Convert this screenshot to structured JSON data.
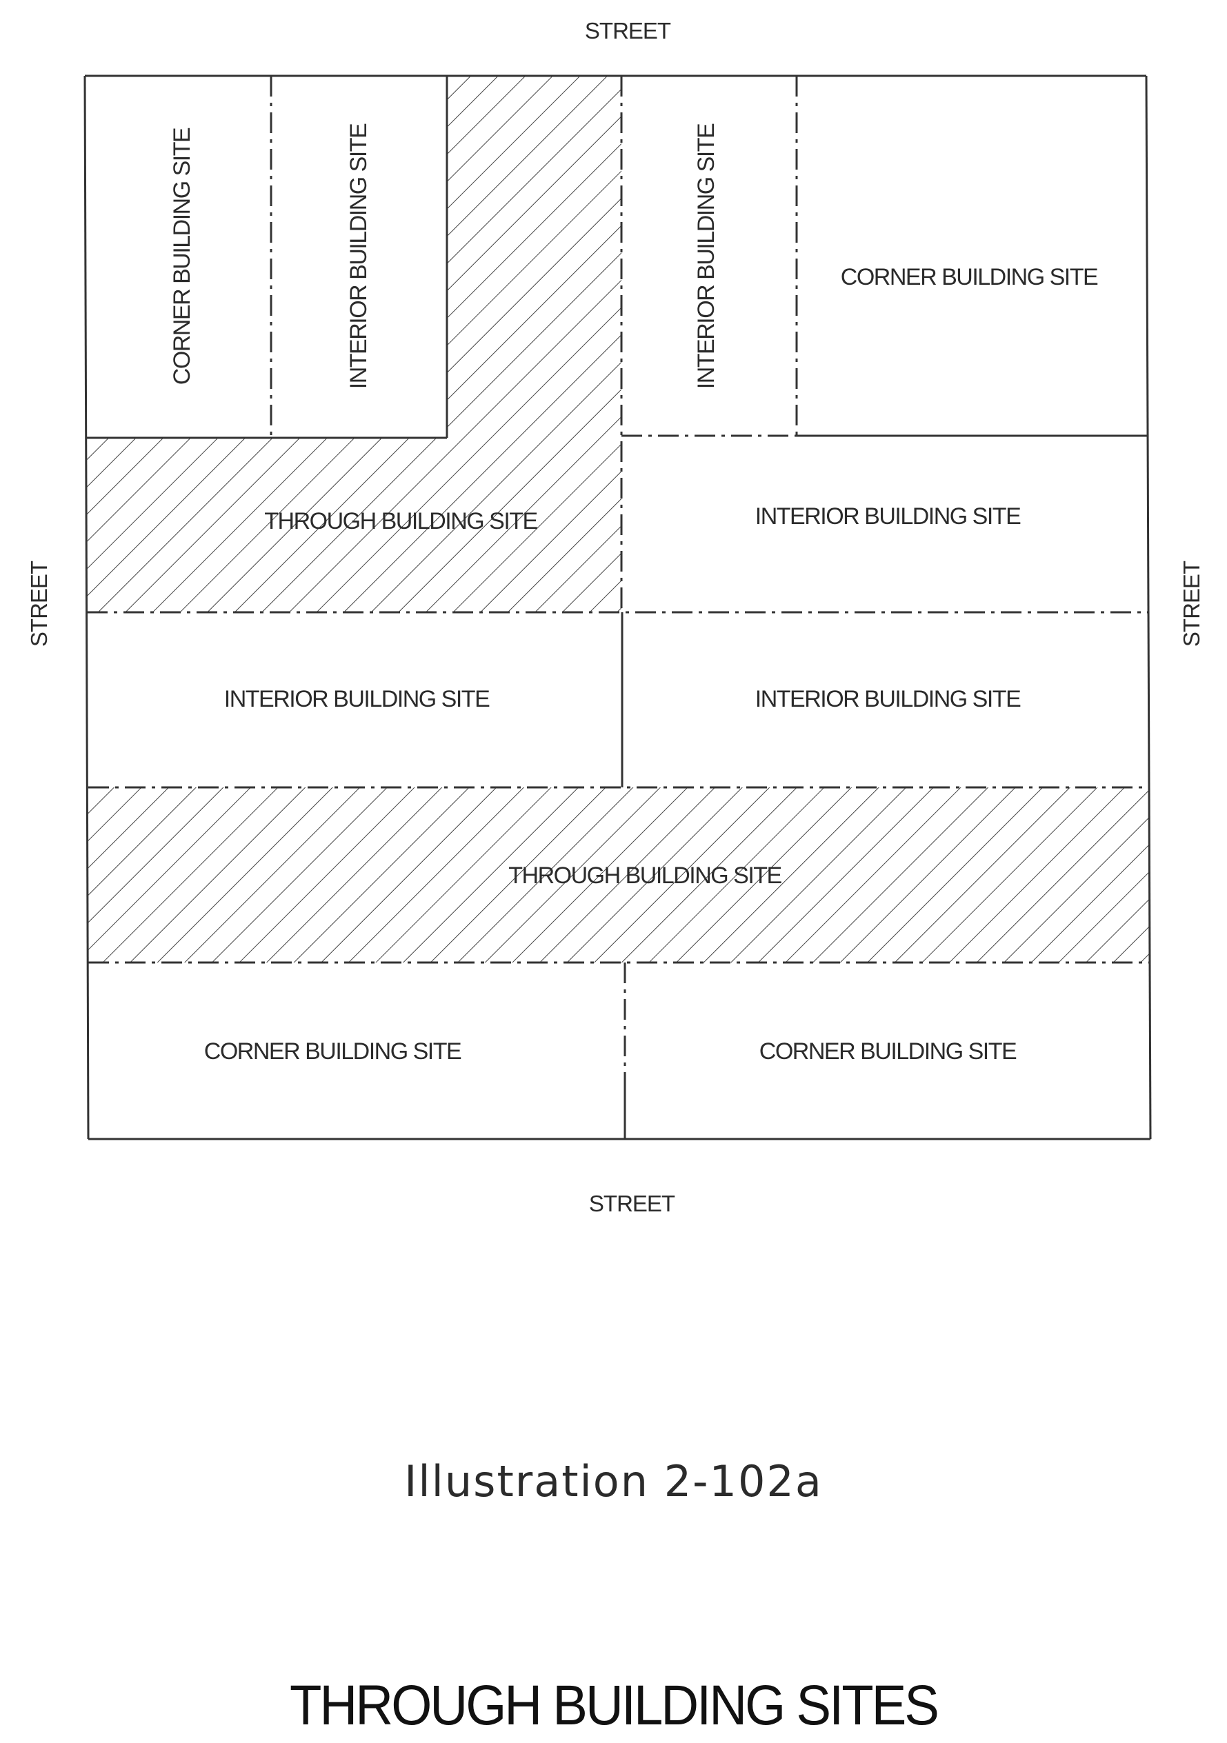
{
  "streets": {
    "top": "STREET",
    "bottom": "STREET",
    "left": "STREET",
    "right": "STREET"
  },
  "sites": {
    "corner_top_left": "CORNER BUILDING SITE",
    "interior_top_left": "INTERIOR BUILDING SITE",
    "interior_top_right": "INTERIOR BUILDING SITE",
    "corner_top_right": "CORNER BUILDING SITE",
    "through_upper": "THROUGH BUILDING SITE",
    "interior_row2_right": "INTERIOR BUILDING SITE",
    "interior_row3_left": "INTERIOR BUILDING SITE",
    "interior_row3_right": "INTERIOR BUILDING SITE",
    "through_lower": "THROUGH BUILDING SITE",
    "corner_bottom_left": "CORNER BUILDING SITE",
    "corner_bottom_right": "CORNER BUILDING SITE"
  },
  "caption": {
    "illustration_number": "Illustration 2-102a",
    "title": "THROUGH BUILDING SITES"
  },
  "colors": {
    "line": "#333333",
    "text": "#2b2b2b",
    "background": "#ffffff"
  }
}
